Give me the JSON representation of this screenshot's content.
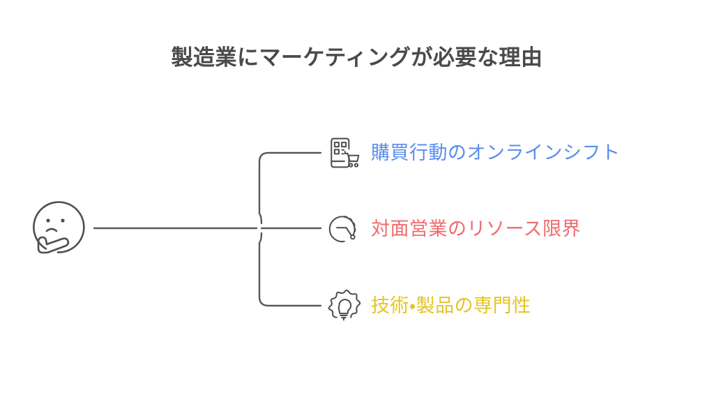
{
  "page": {
    "title": "製造業にマーケティングが必要な理由",
    "background_color": "#ffffff",
    "title_color": "#4a4a4a",
    "line_color": "#55585a"
  },
  "root": {
    "icon": "thinking-face-icon",
    "label": ""
  },
  "branches": [
    {
      "icon": "mobile-shopping-qr-icon",
      "label": "購買行動のオンラインシフト",
      "color": "#5a8dee"
    },
    {
      "icon": "clock-timer-icon",
      "label": "対面営業のリソース限界",
      "color": "#ef6b6e"
    },
    {
      "icon": "gear-lightbulb-icon",
      "label": "技術・製品の専門性",
      "color": "#e4c524"
    }
  ]
}
